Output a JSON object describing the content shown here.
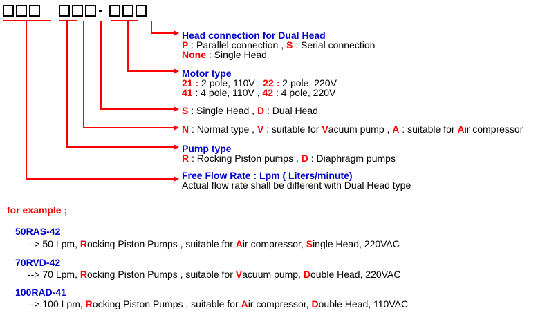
{
  "colors": {
    "heading": "#0000cc",
    "highlight": "#ff0000",
    "line": "#ff0000"
  },
  "code_boxes_count": 9,
  "dash": "-",
  "legend": [
    {
      "id": "head-connection",
      "title": "Head connection for Dual Head",
      "lines": [
        [
          {
            "t": "P",
            "hl": true
          },
          {
            "t": " : Parallel connection  , "
          },
          {
            "t": "S",
            "hl": true
          },
          {
            "t": " : Serial connection"
          }
        ],
        [
          {
            "t": "None",
            "hl": true
          },
          {
            "t": " : Single Head"
          }
        ]
      ]
    },
    {
      "id": "motor-type",
      "title": "Motor type",
      "lines": [
        [
          {
            "t": "21 :",
            "hl": true
          },
          {
            "t": " 2 pole, 110V , "
          },
          {
            "t": "22 :",
            "hl": true
          },
          {
            "t": " 2 pole, 220V"
          }
        ],
        [
          {
            "t": "41",
            "hl": true
          },
          {
            "t": " : 4 pole, 110V , "
          },
          {
            "t": "42",
            "hl": true
          },
          {
            "t": " : 4 pole, 220V"
          }
        ]
      ]
    },
    {
      "id": "head-count",
      "title": "",
      "lines": [
        [
          {
            "t": "S",
            "hl": true
          },
          {
            "t": " : Single Head , "
          },
          {
            "t": "D",
            "hl": true
          },
          {
            "t": " : Dual Head"
          }
        ]
      ]
    },
    {
      "id": "usage-type",
      "title": "",
      "lines": [
        [
          {
            "t": "N",
            "hl": true
          },
          {
            "t": " : Normal type  , "
          },
          {
            "t": "V",
            "hl": true
          },
          {
            "t": " : suitable for "
          },
          {
            "t": "V",
            "hl": true
          },
          {
            "t": "acuum pump , "
          },
          {
            "t": "A",
            "hl": true
          },
          {
            "t": " : suitable for "
          },
          {
            "t": "A",
            "hl": true
          },
          {
            "t": "ir compressor"
          }
        ]
      ]
    },
    {
      "id": "pump-type",
      "title": "Pump type",
      "lines": [
        [
          {
            "t": "R",
            "hl": true
          },
          {
            "t": " : Rocking Piston pumps , "
          },
          {
            "t": "D",
            "hl": true
          },
          {
            "t": " : Diaphragm pumps"
          }
        ]
      ]
    },
    {
      "id": "flow-rate",
      "title": "Free Flow Rate : Lpm  ( Liters/minute)",
      "lines": [
        [
          {
            "t": "Actual flow rate shall be different with Dual Head type"
          }
        ]
      ]
    }
  ],
  "examples_title": "for example ;",
  "examples": [
    {
      "code": "50RAS-42",
      "desc": [
        {
          "t": "--> 50 Lpm, "
        },
        {
          "t": "R",
          "hl": true
        },
        {
          "t": "ocking Piston Pumps , suitable for "
        },
        {
          "t": "A",
          "hl": true
        },
        {
          "t": "ir compressor, "
        },
        {
          "t": "S",
          "hl": true
        },
        {
          "t": "ingle Head,  220VAC"
        }
      ]
    },
    {
      "code": "70RVD-42",
      "desc": [
        {
          "t": "--> 70 Lpm, "
        },
        {
          "t": "R",
          "hl": true
        },
        {
          "t": "ocking Piston Pumps , suitable for "
        },
        {
          "t": "V",
          "hl": true
        },
        {
          "t": "acuum pump, "
        },
        {
          "t": "D",
          "hl": true
        },
        {
          "t": "ouble Head,  220VAC"
        }
      ]
    },
    {
      "code": "100RAD-41",
      "desc": [
        {
          "t": "--> 100 Lpm, "
        },
        {
          "t": "R",
          "hl": true
        },
        {
          "t": "ocking Piston Pumps , suitable for "
        },
        {
          "t": "A",
          "hl": true
        },
        {
          "t": "ir  compressor, "
        },
        {
          "t": "D",
          "hl": true
        },
        {
          "t": "ouble Head, 110VAC"
        }
      ]
    }
  ]
}
